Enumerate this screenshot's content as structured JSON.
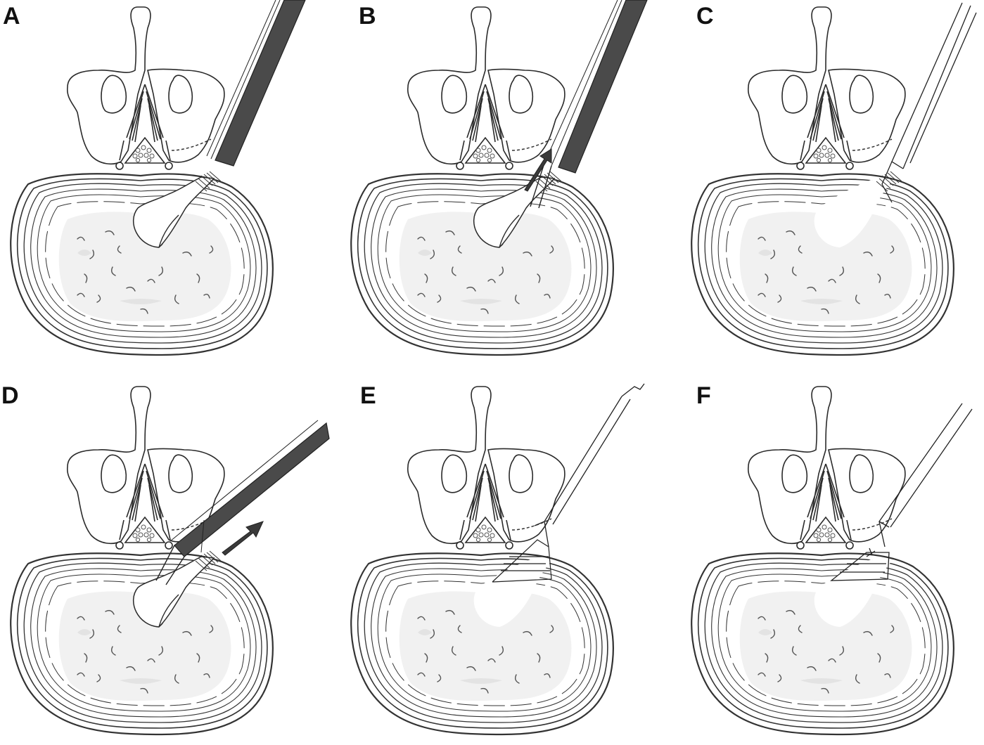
{
  "figure": {
    "panels": [
      {
        "label": "A",
        "stage": "a"
      },
      {
        "label": "B",
        "stage": "b"
      },
      {
        "label": "C",
        "stage": "c"
      },
      {
        "label": "D",
        "stage": "d"
      },
      {
        "label": "E",
        "stage": "e"
      },
      {
        "label": "F",
        "stage": "f"
      }
    ],
    "colors": {
      "ink": "#2a2a2a",
      "instrument_dark": "#4a4a4a",
      "nucleus_fill": "#f1f1f1",
      "background": "#ffffff"
    }
  }
}
